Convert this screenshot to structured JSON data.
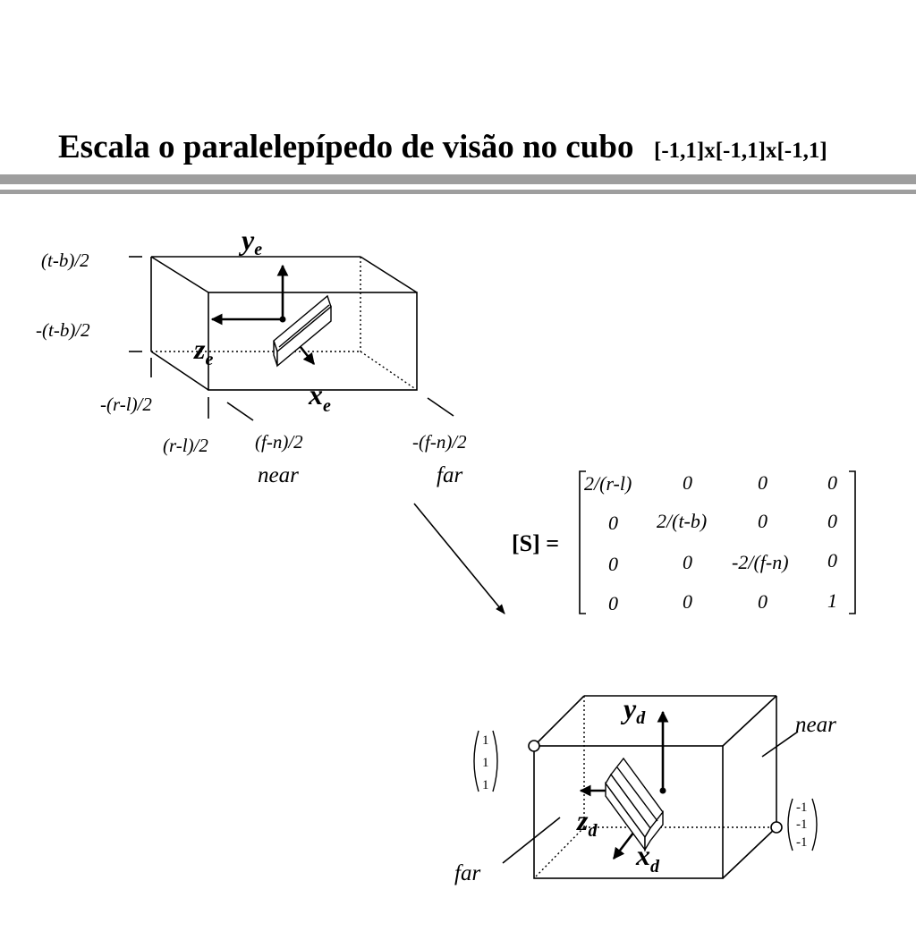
{
  "title": {
    "main": "Escala o paralelepípedo de visão no cubo",
    "range": "[-1,1]x[-1,1]x[-1,1]"
  },
  "eye_box": {
    "labels": {
      "top": "(t-b)/2",
      "bottom": "-(t-b)/2",
      "left": "-(r-l)/2",
      "right": "(r-l)/2",
      "near_depth": "(f-n)/2",
      "far_depth": "-(f-n)/2",
      "near": "near",
      "far": "far"
    },
    "axes": {
      "y": "y",
      "y_sub": "e",
      "z": "z",
      "z_sub": "e",
      "x": "x",
      "x_sub": "e"
    }
  },
  "matrix": {
    "name": "[S] =",
    "rows": [
      [
        "2/(r-l)",
        "0",
        "0",
        "0"
      ],
      [
        "0",
        "2/(t-b)",
        "0",
        "0"
      ],
      [
        "0",
        "0",
        "-2/(f-n)",
        "0"
      ],
      [
        "0",
        "0",
        "0",
        "1"
      ]
    ]
  },
  "device_cube": {
    "labels": {
      "near": "near",
      "far": "far"
    },
    "corner_top_left": [
      "1",
      "1",
      "1"
    ],
    "corner_bottom_right": [
      "-1",
      "-1",
      "-1"
    ],
    "axes": {
      "y": "y",
      "y_sub": "d",
      "z": "z",
      "z_sub": "d",
      "x": "x",
      "x_sub": "d"
    }
  }
}
